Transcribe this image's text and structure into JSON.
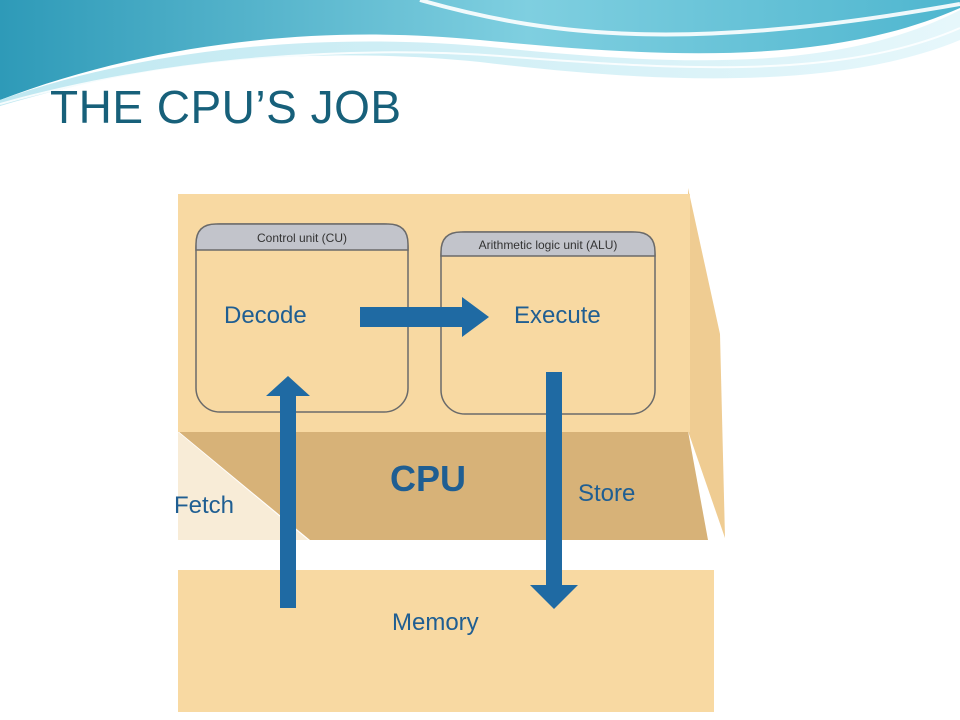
{
  "slide": {
    "title": "THE CPU’S JOB"
  },
  "diagram": {
    "control_unit": {
      "label": "Control unit (CU)",
      "step": "Decode"
    },
    "alu": {
      "label": "Arithmetic logic unit (ALU)",
      "step": "Execute"
    },
    "cpu_label": "CPU",
    "memory_label": "Memory",
    "fetch_label": "Fetch",
    "store_label": "Store"
  },
  "colors": {
    "title": "#17607a",
    "block_face": "#f8d9a2",
    "block_shadow": "#d7b278",
    "unit_header": "#c2c4cb",
    "arrow": "#1f6aa3",
    "label": "#1f5e92"
  }
}
